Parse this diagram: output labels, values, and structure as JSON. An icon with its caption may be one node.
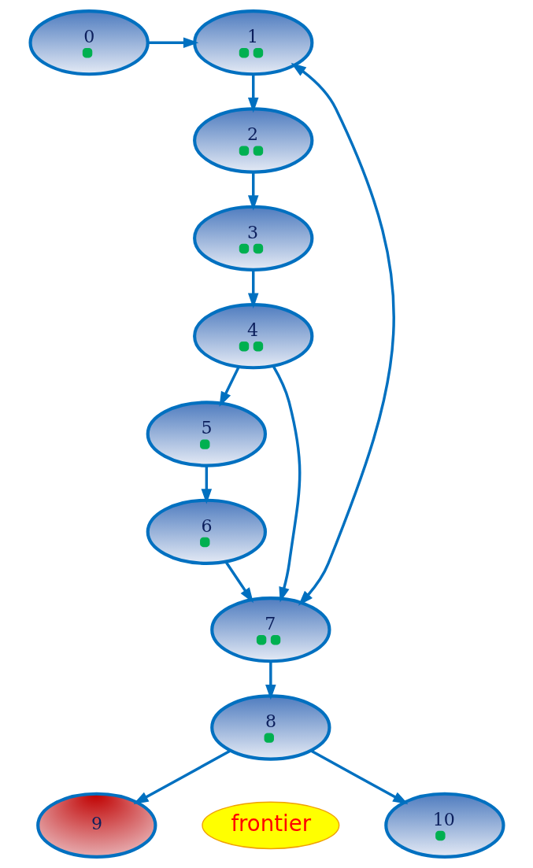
{
  "diagram": {
    "nodes": [
      {
        "text": [
          "0"
        ]
      },
      {
        "text": [
          "1"
        ]
      },
      {
        "text": [
          "2"
        ]
      },
      {
        "text": [
          "3"
        ]
      },
      {
        "text": [
          "4"
        ]
      },
      {
        "text": [
          "5"
        ]
      },
      {
        "text": [
          "6"
        ]
      },
      {
        "text": [
          "7"
        ]
      },
      {
        "text": [
          "8"
        ]
      },
      {
        "text": [
          "9"
        ]
      },
      {
        "text": [
          "10"
        ]
      },
      {
        "text": [
          "frontier"
        ]
      }
    ],
    "edges": [
      {
        "from": 0,
        "to": 1,
        "arrow": "to"
      },
      {
        "from": 1,
        "to": 2,
        "arrow": "to"
      },
      {
        "from": 2,
        "to": 3,
        "arrow": "to"
      },
      {
        "from": 3,
        "to": 4,
        "arrow": "to"
      },
      {
        "from": 4,
        "to": 5,
        "arrow": "to"
      },
      {
        "from": 4,
        "to": 7,
        "arrow": "to"
      },
      {
        "from": 1,
        "to": 7,
        "arrow": "both"
      },
      {
        "from": 5,
        "to": 6,
        "arrow": "to"
      },
      {
        "from": 6,
        "to": 7,
        "arrow": "to"
      },
      {
        "from": 7,
        "to": 8,
        "arrow": "to"
      },
      {
        "from": 8,
        "to": 9,
        "arrow": "to"
      },
      {
        "from": 8,
        "to": 10,
        "arrow": "to"
      }
    ]
  }
}
